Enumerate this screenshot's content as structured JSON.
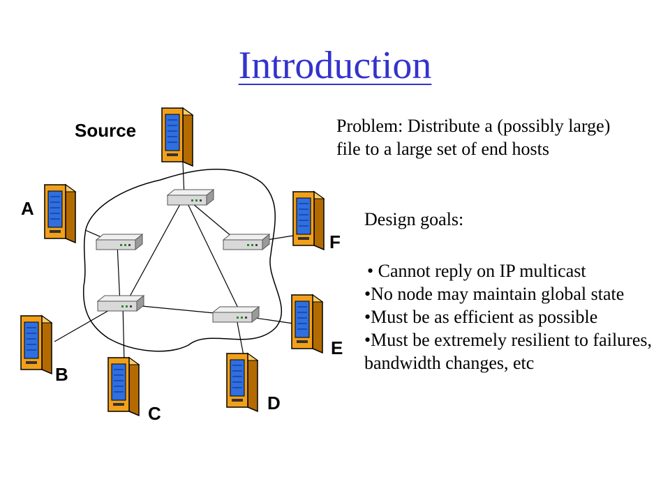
{
  "title": "Introduction",
  "diagram": {
    "labels": {
      "source": "Source",
      "a": "A",
      "b": "B",
      "c": "C",
      "d": "D",
      "e": "E",
      "f": "F"
    },
    "colors": {
      "server_front": "#f2a01a",
      "server_side": "#b36b00",
      "server_screen": "#2f6fe0",
      "router_body": "#d9d9d9",
      "title": "#3333cc"
    }
  },
  "text": {
    "problem": "Problem: Distribute a (possibly large) file to a large set of end hosts",
    "goals_heading": "Design goals:",
    "goals": [
      "• Cannot reply on IP multicast",
      "•No node may maintain global state",
      "•Must be as efficient as possible",
      "•Must be extremely resilient to failures, bandwidth changes, etc"
    ]
  }
}
